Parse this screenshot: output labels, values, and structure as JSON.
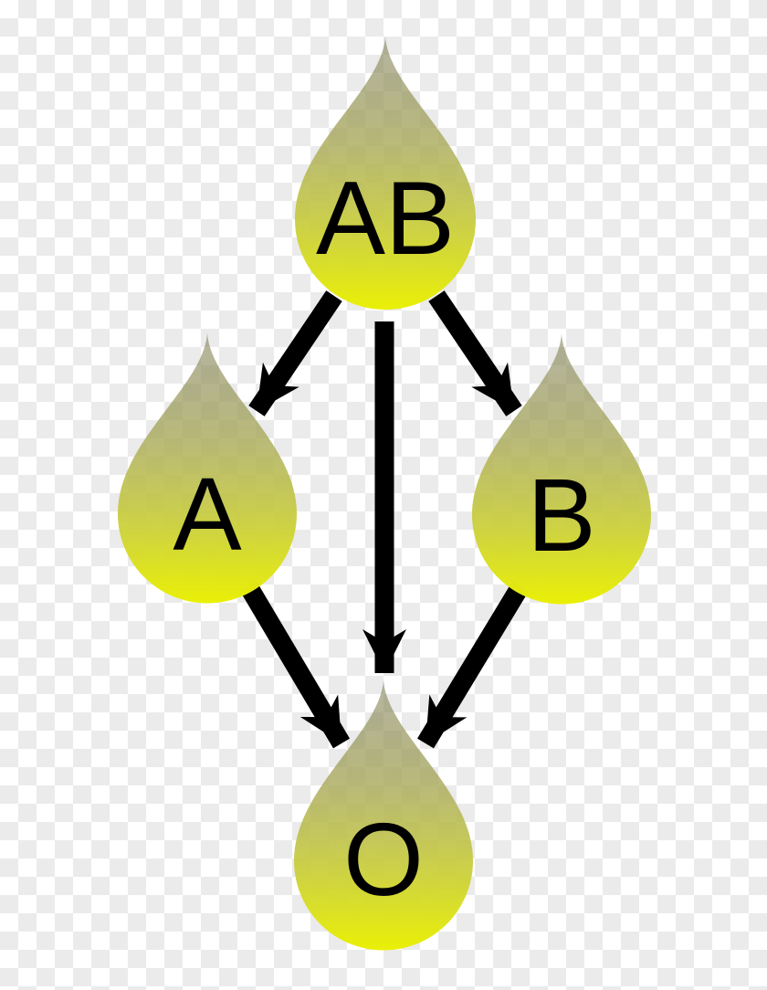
{
  "nodes": {
    "ab": {
      "label": "AB"
    },
    "a": {
      "label": "A"
    },
    "b": {
      "label": "B"
    },
    "o": {
      "label": "O"
    }
  },
  "edges": [
    {
      "from": "AB",
      "to": "A"
    },
    {
      "from": "AB",
      "to": "O"
    },
    {
      "from": "AB",
      "to": "B"
    },
    {
      "from": "A",
      "to": "O"
    },
    {
      "from": "B",
      "to": "O"
    }
  ],
  "colors": {
    "drop_gradient_top": "#787750",
    "drop_gradient_mid": "#aaaa5e",
    "drop_gradient_lower": "#ccd13c",
    "drop_gradient_bottom": "#eaf005",
    "arrow": "#000000",
    "label_text": "#000000",
    "checker_light": "#ffffff",
    "checker_dark": "#ebebeb"
  }
}
